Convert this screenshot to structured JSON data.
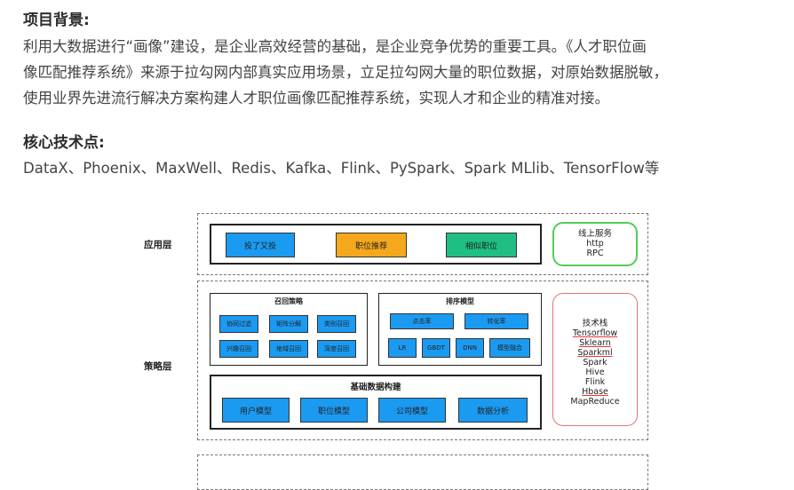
{
  "project": {
    "heading": "项目背景:",
    "lines": [
      "利用大数据进行“画像”建设，是企业高效经营的基础，是企业竞争优势的重要工具。《人才职位画",
      "像匹配推荐系统》来源于拉勾网内部真实应用场景，立足拉勾网大量的职位数据，对原始数据脱敏，",
      "使用业界先进流行解决方案构建人才职位画像匹配推荐系统，实现人才和企业的精准对接。"
    ]
  },
  "tech": {
    "heading": "核心技术点:",
    "list": "DataX、Phoenix、MaxWell、Redis、Kafka、Flink、PySpark、Spark MLlib、TensorFlow等"
  },
  "diagram": {
    "app_layer": {
      "label": "应用层",
      "buttons": [
        "投了又投",
        "职位推荐",
        "相似职位"
      ],
      "colors": [
        "#1b9af1",
        "#f6a81d",
        "#1fbf84"
      ]
    },
    "online_service": {
      "lines": [
        "线上服务",
        "http",
        "RPC"
      ]
    },
    "strategy_layer": {
      "label": "策略层",
      "recall": {
        "title": "召回策略",
        "items": [
          "协同过滤",
          "矩阵分解",
          "类别召回",
          "兴趣召回",
          "地域召回",
          "深度召回"
        ]
      },
      "ranking": {
        "title": "排序模型",
        "top": [
          "点击率",
          "转化率"
        ],
        "bottom": [
          "LR",
          "GBDT",
          "DNN",
          "模型融合"
        ]
      },
      "base": {
        "title": "基础数据构建",
        "items": [
          "用户模型",
          "职位模型",
          "公司模型",
          "数据分析"
        ]
      }
    },
    "tech_stack": {
      "lines": [
        "技术栈",
        "Tensorflow",
        "Sklearn",
        "Sparkml",
        "Spark",
        "Hive",
        "Flink",
        "Hbase",
        "MapReduce"
      ]
    }
  }
}
